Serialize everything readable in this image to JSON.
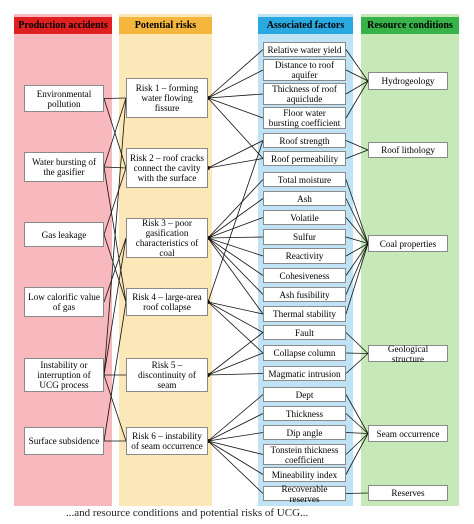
{
  "headers": {
    "production": "Production accidents",
    "risks": "Potential risks",
    "factors": "Associated factors",
    "resources": "Resource conditions"
  },
  "colors": {
    "production_bg": "#f7b9bd",
    "production_hdr": "#e02020",
    "risks_bg": "#fbe7b8",
    "risks_hdr": "#f4b63d",
    "factors_bg": "#bfe3f5",
    "factors_hdr": "#2aa8e0",
    "resources_bg": "#c7e9b8",
    "resources_hdr": "#37b34a"
  },
  "production_accidents": [
    [
      "Environmental",
      "pollution"
    ],
    [
      "Water bursting of",
      "the gasifier"
    ],
    [
      "Gas leakage"
    ],
    [
      "Low calorific value",
      "of gas"
    ],
    [
      "Instability or",
      "interruption of",
      "UCG process"
    ],
    [
      "Surface subsidence"
    ]
  ],
  "potential_risks": [
    [
      "Risk 1 – forming",
      "water flowing",
      "fissure"
    ],
    [
      "Risk 2 – roof cracks",
      "connect the cavity",
      "with the surface"
    ],
    [
      "Risk 3 – poor",
      "gasification",
      "characteristics of coal"
    ],
    [
      "Risk 4 – large-area",
      "roof collapse"
    ],
    [
      "Risk 5 –",
      "discontinuity of",
      "seam"
    ],
    [
      "Risk 6 – instability",
      "of seam occurrence"
    ]
  ],
  "associated_factors": [
    [
      "Relative water yield"
    ],
    [
      "Distance to roof",
      "aquifer"
    ],
    [
      "Thickness of roof",
      "aquiclude"
    ],
    [
      "Floor water",
      "bursting coefficient"
    ],
    [
      "Roof strength"
    ],
    [
      "Roof permeability"
    ],
    [
      "Total moisture"
    ],
    [
      "Ash"
    ],
    [
      "Volatile"
    ],
    [
      "Sulfur"
    ],
    [
      "Reactivity"
    ],
    [
      "Cohesiveness"
    ],
    [
      "Ash fusibility"
    ],
    [
      "Thermal stability"
    ],
    [
      "Fault"
    ],
    [
      "Collapse column"
    ],
    [
      "Magmatic intrusion"
    ],
    [
      "Dept"
    ],
    [
      "Thickness"
    ],
    [
      "Dip angle"
    ],
    [
      "Tonstein thickness",
      "coefficient"
    ],
    [
      "Mineability index"
    ],
    [
      "Recoverable reserves"
    ]
  ],
  "resource_conditions": [
    [
      "Hydrogeology"
    ],
    [
      "Roof lithology"
    ],
    [
      "Coal properties"
    ],
    [
      "Geological structure"
    ],
    [
      "Seam occurrence"
    ],
    [
      "Reserves"
    ]
  ],
  "caption": "...and resource conditions and potential risks of UCG..."
}
